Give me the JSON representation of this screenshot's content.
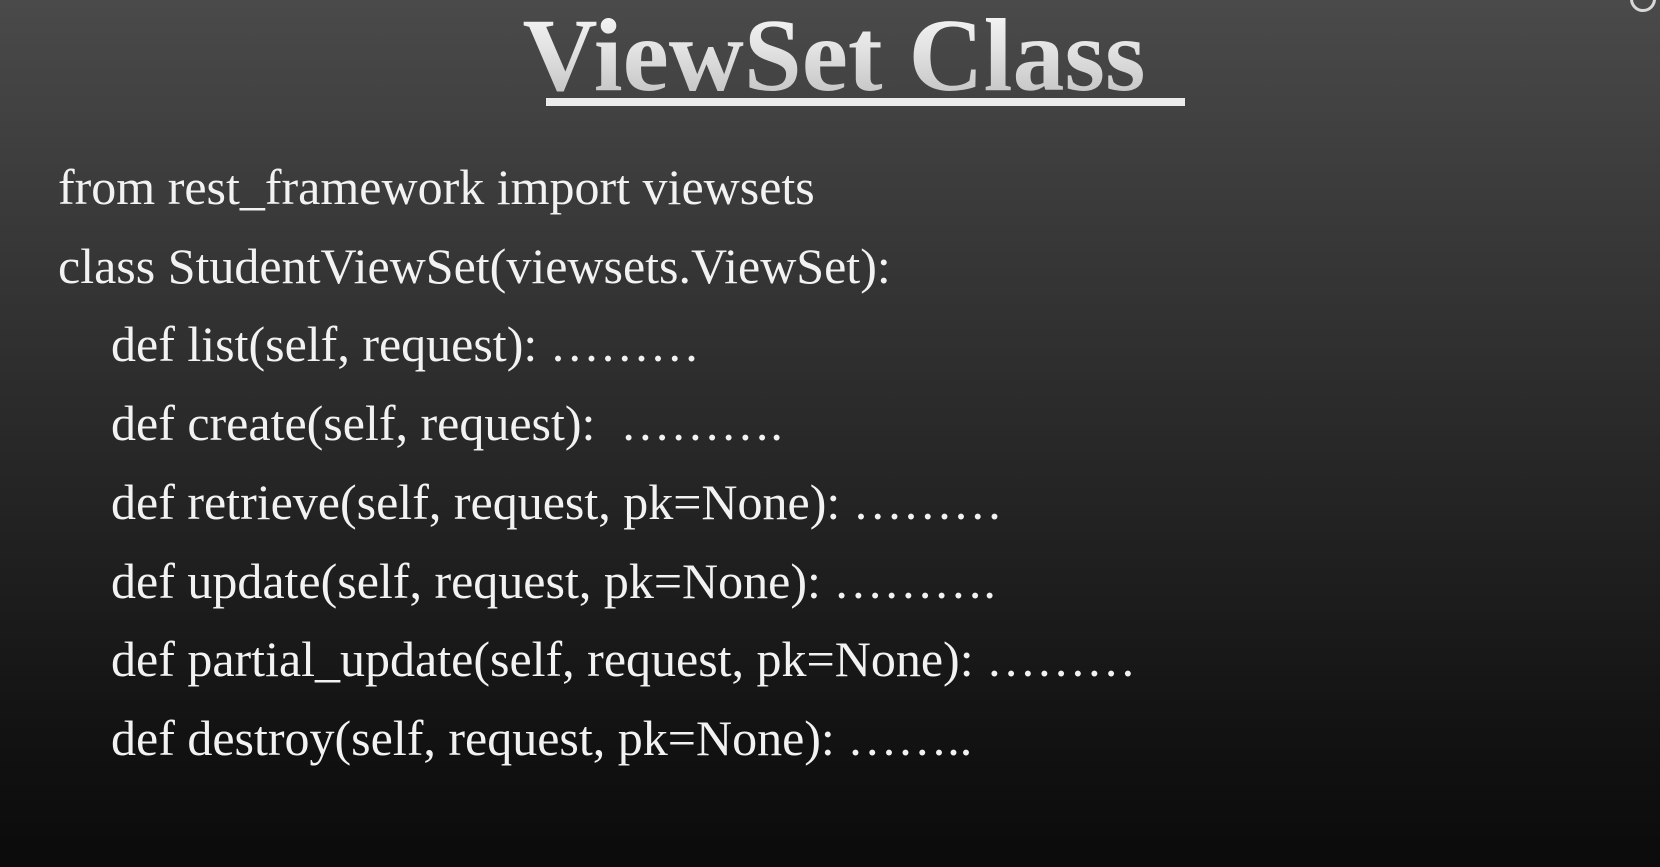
{
  "slide": {
    "title": "ViewSet Class",
    "code_lines": [
      "from rest_framework import viewsets",
      "class StudentViewSet(viewsets.ViewSet):",
      "def list(self, request): ………",
      "def create(self, request):  ……….",
      "def retrieve(self, request, pk=None): ………",
      "def update(self, request, pk=None): ……….",
      "def partial_update(self, request, pk=None): ………",
      "def destroy(self, request, pk=None): …….."
    ]
  },
  "colors": {
    "background_top": "#4a4a4a",
    "background_bottom": "#0b0b0b",
    "text": "#f2f2f2"
  }
}
